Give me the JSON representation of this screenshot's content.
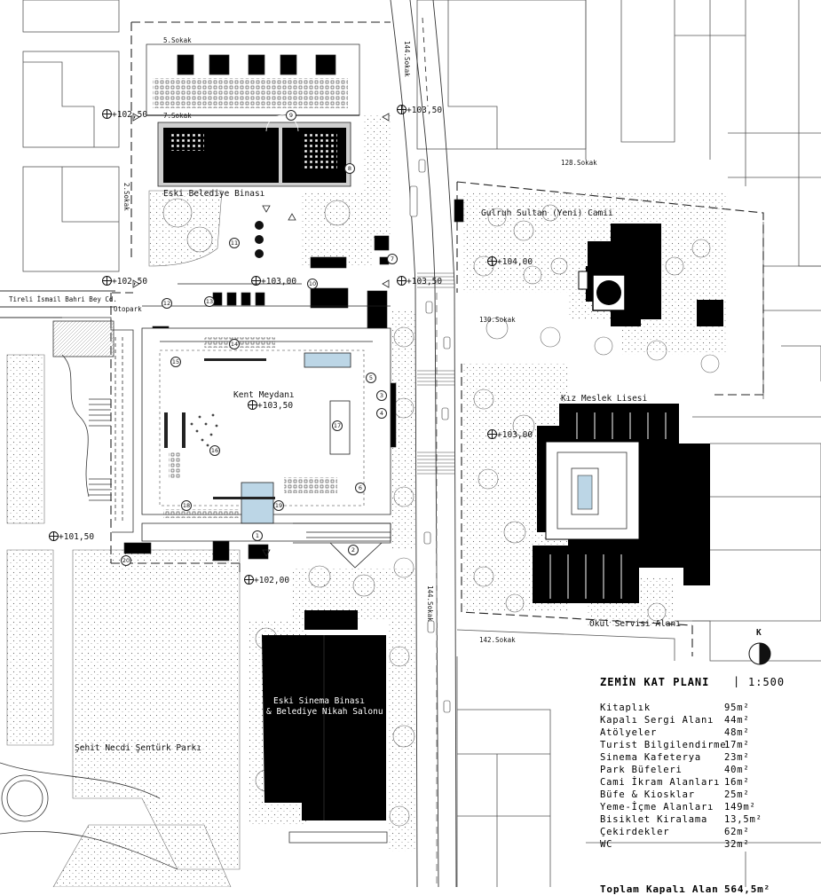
{
  "plan": {
    "title": "ZEMİN KAT PLANI",
    "separator": "|",
    "scale": "1:500",
    "north": "K"
  },
  "streets": {
    "s5": "5.Sokak",
    "s7": "7.Sokak",
    "s144a": "144.Sokak",
    "s144b": "144.Sokak",
    "s128": "128.Sokak",
    "s130": "130.Sokak",
    "s142": "142.Sokak",
    "s2": "2.Sokak",
    "tireli": "Tireli İsmail Bahri Bey Cd.",
    "otopark": "Otopark"
  },
  "places": {
    "eski_belediye": "Eski Belediye Binası",
    "camii": "Gulruh Sultan (Yeni) Camii",
    "kent_meydani": "Kent Meydanı",
    "kiz_meslek": "Kız Meslek Lisesi",
    "okul_servisi": "Okul Servisi Alanı",
    "sinema_1": "Eski Sinema Binası",
    "sinema_2": "& Belediye Nikah Salonu",
    "park": "Şehit Necdi Şentürk Parkı"
  },
  "elevations": {
    "e1": "+102,50",
    "e2": "+103,50",
    "e3": "+102,50",
    "e4": "+103,00",
    "e5": "+103,50",
    "e6": "+104,00",
    "e7": "+103,50",
    "e8": "+103,00",
    "e9": "+101,50",
    "e10": "+102,00"
  },
  "markers": [
    "1",
    "2",
    "3",
    "4",
    "5",
    "6",
    "7",
    "8",
    "9",
    "10",
    "11",
    "12",
    "13",
    "14",
    "15",
    "16",
    "17",
    "18",
    "19",
    "20"
  ],
  "legend": {
    "rows": [
      {
        "name": "Kitaplık",
        "value": "95m²"
      },
      {
        "name": "Kapalı Sergi Alanı",
        "value": "44m²"
      },
      {
        "name": "Atölyeler",
        "value": "48m²"
      },
      {
        "name": "Turist Bilgilendirme",
        "value": "17m²"
      },
      {
        "name": "Sinema Kafeterya",
        "value": "23m²"
      },
      {
        "name": "Park Büfeleri",
        "value": "40m²"
      },
      {
        "name": "Cami İkram Alanları",
        "value": "16m²"
      },
      {
        "name": "Büfe & Kiosklar",
        "value": "25m²"
      },
      {
        "name": "Yeme-İçme Alanları",
        "value": "149m²"
      },
      {
        "name": "Bisiklet Kiralama",
        "value": "13,5m²"
      },
      {
        "name": "Çekirdekler",
        "value": "62m²"
      },
      {
        "name": "WC",
        "value": "32m²"
      }
    ],
    "total_label": "Toplam Kapalı Alan",
    "total_value": "564,5m²"
  },
  "colors": {
    "building": "#000000",
    "line": "#333333",
    "tree": "#555555",
    "pool": "#bcd6e6",
    "ground": "#ffffff"
  }
}
